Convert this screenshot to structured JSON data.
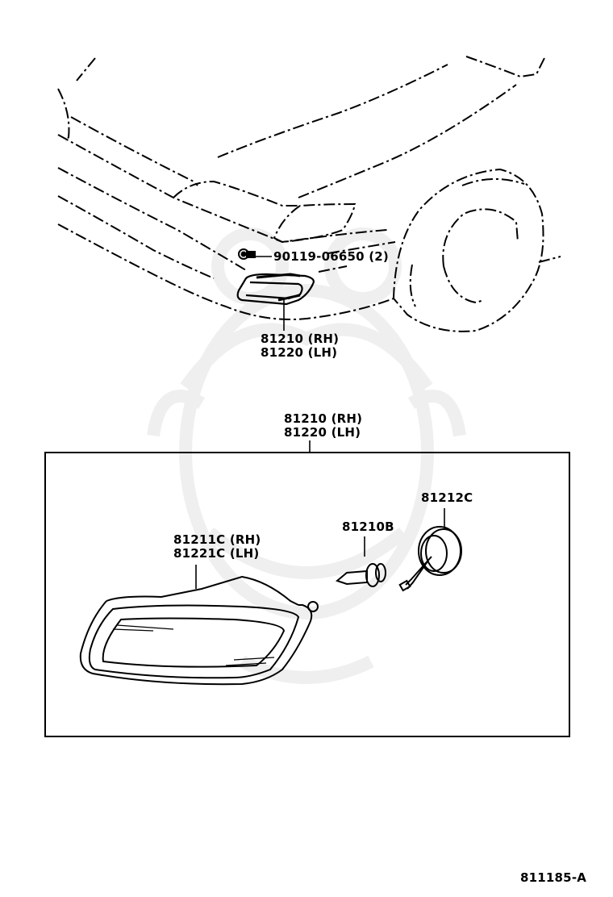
{
  "diagram": {
    "id": "811185-A",
    "colors": {
      "line": "#000000",
      "background": "#ffffff",
      "watermark": "#f0f0f0"
    },
    "vehicle_view": {
      "bolt": {
        "part_no": "90119-06650",
        "qty": "(2)"
      },
      "lamp_assembly": {
        "line1": "81210 (RH)",
        "line2": "81220 (LH)"
      }
    },
    "exploded_view": {
      "assembly": {
        "line1": "81210 (RH)",
        "line2": "81220 (LH)"
      },
      "lens_housing": {
        "line1": "81211C (RH)",
        "line2": "81221C (LH)"
      },
      "bulb": {
        "part_no": "81210B"
      },
      "socket": {
        "part_no": "81212C"
      }
    }
  }
}
